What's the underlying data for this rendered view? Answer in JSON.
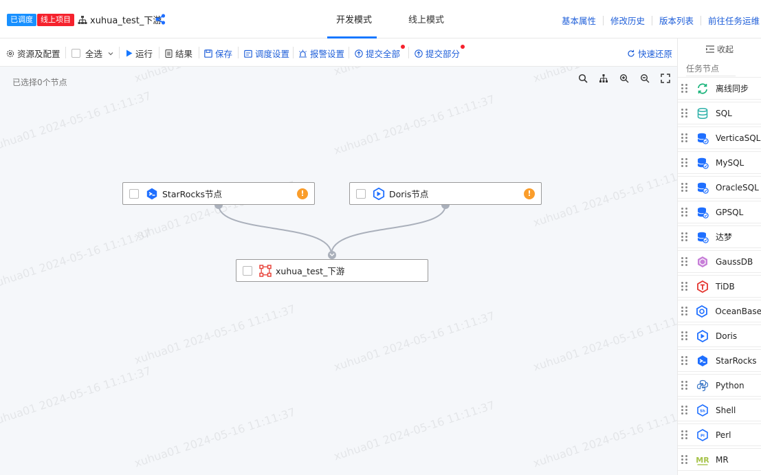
{
  "header": {
    "badge_scheduled": "已调度",
    "badge_online": "线上项目",
    "project_name": "xuhua_test_下游",
    "tabs": [
      {
        "label": "开发模式"
      },
      {
        "label": "线上模式"
      }
    ],
    "links": [
      {
        "label": "基本属性"
      },
      {
        "label": "修改历史"
      },
      {
        "label": "版本列表"
      },
      {
        "label": "前往任务运维"
      }
    ]
  },
  "toolbar": {
    "resources": "资源及配置",
    "select_all": "全选",
    "run": "运行",
    "result": "结果",
    "save": "保存",
    "schedule": "调度设置",
    "alarm": "报警设置",
    "submit_all": "提交全部",
    "submit_part": "提交部分",
    "restore": "快速还原"
  },
  "canvas": {
    "selected_text": "已选择0个节点",
    "nodes": [
      {
        "label": "StarRocks节点",
        "warning": "!"
      },
      {
        "label": "Doris节点",
        "warning": "!"
      },
      {
        "label": "xuhua_test_下游"
      }
    ],
    "watermark": "xuhua01 2024-05-16 11:11:37"
  },
  "panel": {
    "collapse": "收起",
    "title": "任务节点",
    "items": [
      {
        "label": "离线同步",
        "icon": "sync-icon"
      },
      {
        "label": "SQL",
        "icon": "sql-icon"
      },
      {
        "label": "VerticaSQL",
        "icon": "vertica-icon"
      },
      {
        "label": "MySQL",
        "icon": "mysql-icon"
      },
      {
        "label": "OracleSQL",
        "icon": "oracle-icon"
      },
      {
        "label": "GPSQL",
        "icon": "gpsql-icon"
      },
      {
        "label": "达梦",
        "icon": "dameng-icon"
      },
      {
        "label": "GaussDB",
        "icon": "gaussdb-icon"
      },
      {
        "label": "TiDB",
        "icon": "tidb-icon"
      },
      {
        "label": "OceanBase",
        "icon": "oceanbase-icon"
      },
      {
        "label": "Doris",
        "icon": "doris-icon"
      },
      {
        "label": "StarRocks",
        "icon": "starrocks-icon"
      },
      {
        "label": "Python",
        "icon": "python-icon"
      },
      {
        "label": "Shell",
        "icon": "shell-icon"
      },
      {
        "label": "Perl",
        "icon": "perl-icon"
      },
      {
        "label": "MR",
        "icon": "mr-icon"
      }
    ]
  },
  "colors": {
    "accent": "#1677ff",
    "link": "#1f5fd9",
    "warning": "#fa9d2b",
    "danger": "#f5222d"
  }
}
